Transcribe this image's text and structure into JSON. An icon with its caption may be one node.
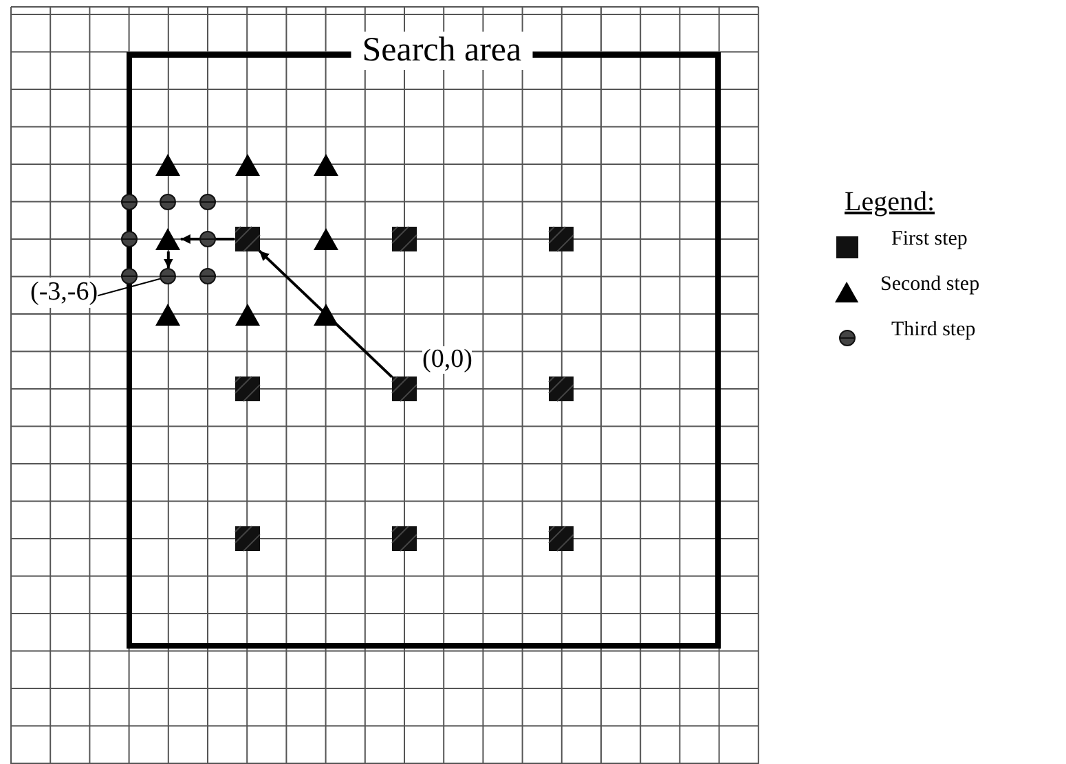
{
  "diagram": {
    "nodes": [
      {
        "text": [
          "Search area"
        ]
      },
      {
        "text": [],
        "shape": "triangle",
        "in": 0
      },
      {
        "text": [],
        "shape": "triangle",
        "in": 0
      },
      {
        "text": [],
        "shape": "triangle",
        "in": 0
      },
      {
        "text": [],
        "shape": "circle",
        "in": 0
      },
      {
        "text": [],
        "shape": "circle",
        "in": 0
      },
      {
        "text": [],
        "shape": "circle",
        "in": 0
      },
      {
        "text": [],
        "shape": "circle",
        "in": 0
      },
      {
        "text": [],
        "shape": "triangle",
        "in": 0
      },
      {
        "text": [],
        "shape": "circle",
        "in": 0
      },
      {
        "text": [],
        "shape": "box",
        "in": 0
      },
      {
        "text": [],
        "shape": "triangle",
        "in": 0
      },
      {
        "text": [],
        "shape": "box",
        "in": 0
      },
      {
        "text": [],
        "shape": "box",
        "in": 0
      },
      {
        "text": [],
        "shape": "circle",
        "in": 0
      },
      {
        "text": [],
        "shape": "circle",
        "in": 0
      },
      {
        "text": [],
        "shape": "circle",
        "in": 0
      },
      {
        "text": [
          "(-3,-6)"
        ]
      },
      {
        "text": [],
        "shape": "triangle",
        "in": 0
      },
      {
        "text": [],
        "shape": "triangle",
        "in": 0
      },
      {
        "text": [],
        "shape": "triangle",
        "in": 0
      },
      {
        "text": [],
        "shape": "box",
        "in": 0
      },
      {
        "text": [],
        "shape": "box",
        "beside": [
          "(0,0)"
        ],
        "in": 0
      },
      {
        "text": [],
        "shape": "box",
        "in": 0
      },
      {
        "text": [],
        "shape": "box",
        "in": 0
      },
      {
        "text": [],
        "shape": "box",
        "in": 0
      },
      {
        "text": [],
        "shape": "box",
        "in": 0
      }
    ],
    "edges": [
      {
        "from": 22,
        "to": 10,
        "arrow": "to"
      },
      {
        "from": 10,
        "to": 8,
        "arrow": "to"
      },
      {
        "from": 8,
        "to": 15,
        "arrow": "to"
      },
      {
        "from": 17,
        "to": 15,
        "arrow": "none"
      }
    ],
    "labels": [
      "Legend:"
    ],
    "legend": [
      {
        "text": "First step"
      },
      {
        "text": "Second step"
      },
      {
        "text": "Third step"
      }
    ]
  }
}
